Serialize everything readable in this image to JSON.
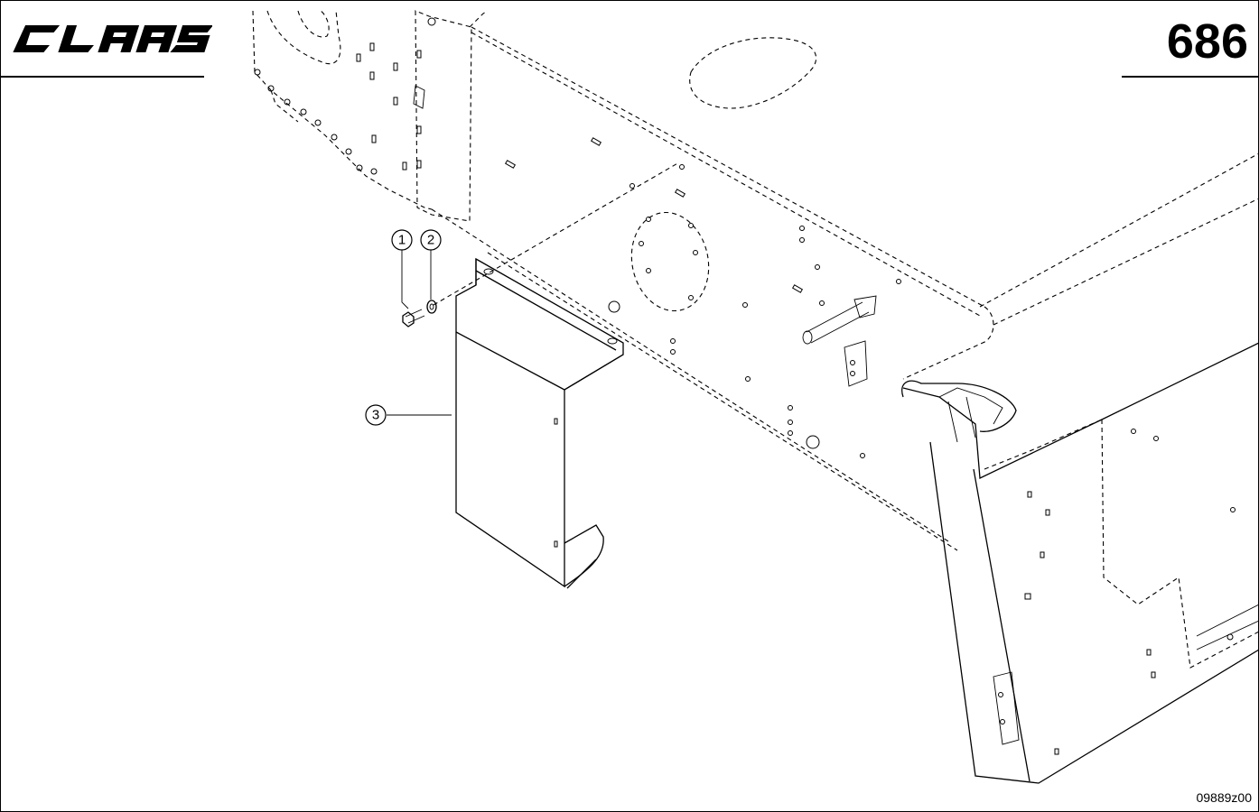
{
  "header": {
    "logo_text": "CLAAS",
    "page_number": "686"
  },
  "footer": {
    "drawing_id": "09889z00"
  },
  "callouts": [
    {
      "label": "1",
      "part": "bolt"
    },
    {
      "label": "2",
      "part": "washer"
    },
    {
      "label": "3",
      "part": "cover-plate"
    }
  ],
  "colors": {
    "line": "#000000",
    "background": "#ffffff"
  }
}
